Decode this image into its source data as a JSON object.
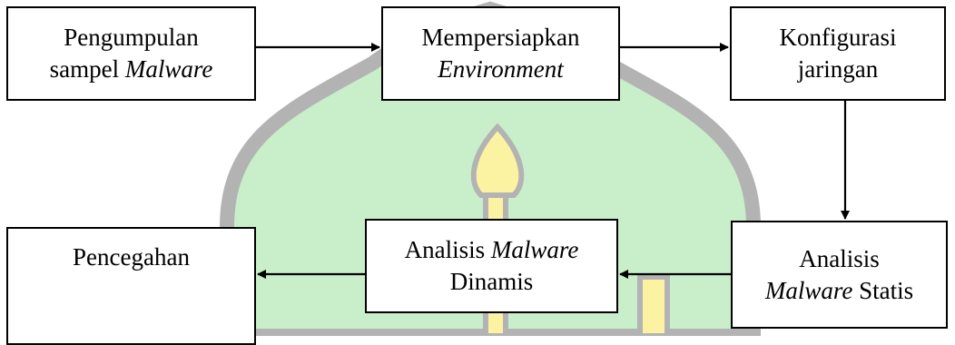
{
  "watermark": {
    "fill": "#c8efc9",
    "stroke": "#b3b3b3",
    "accent": "#fbf3a1"
  },
  "colors": {
    "box_border": "#000000",
    "box_fill": "#ffffff",
    "arrow": "#000000"
  },
  "steps": {
    "pengumpulan": {
      "line1": "Pengumpulan",
      "line2_plain": "sampel ",
      "line2_italic": "Malware"
    },
    "environment": {
      "line1": "Mempersiapkan",
      "line2_italic": "Environment"
    },
    "konfigurasi": {
      "line1": "Konfigurasi",
      "line2": "jaringan"
    },
    "statis": {
      "line1": "Analisis",
      "line2_italic": "Malware",
      "line2_plain": " Statis"
    },
    "dinamis": {
      "line1_plain": "Analisis ",
      "line1_italic": "Malware",
      "line2": "Dinamis"
    },
    "pencegahan": {
      "line1": "Pencegahan"
    }
  },
  "flow": [
    "pengumpulan",
    "environment",
    "konfigurasi",
    "statis",
    "dinamis",
    "pencegahan"
  ]
}
